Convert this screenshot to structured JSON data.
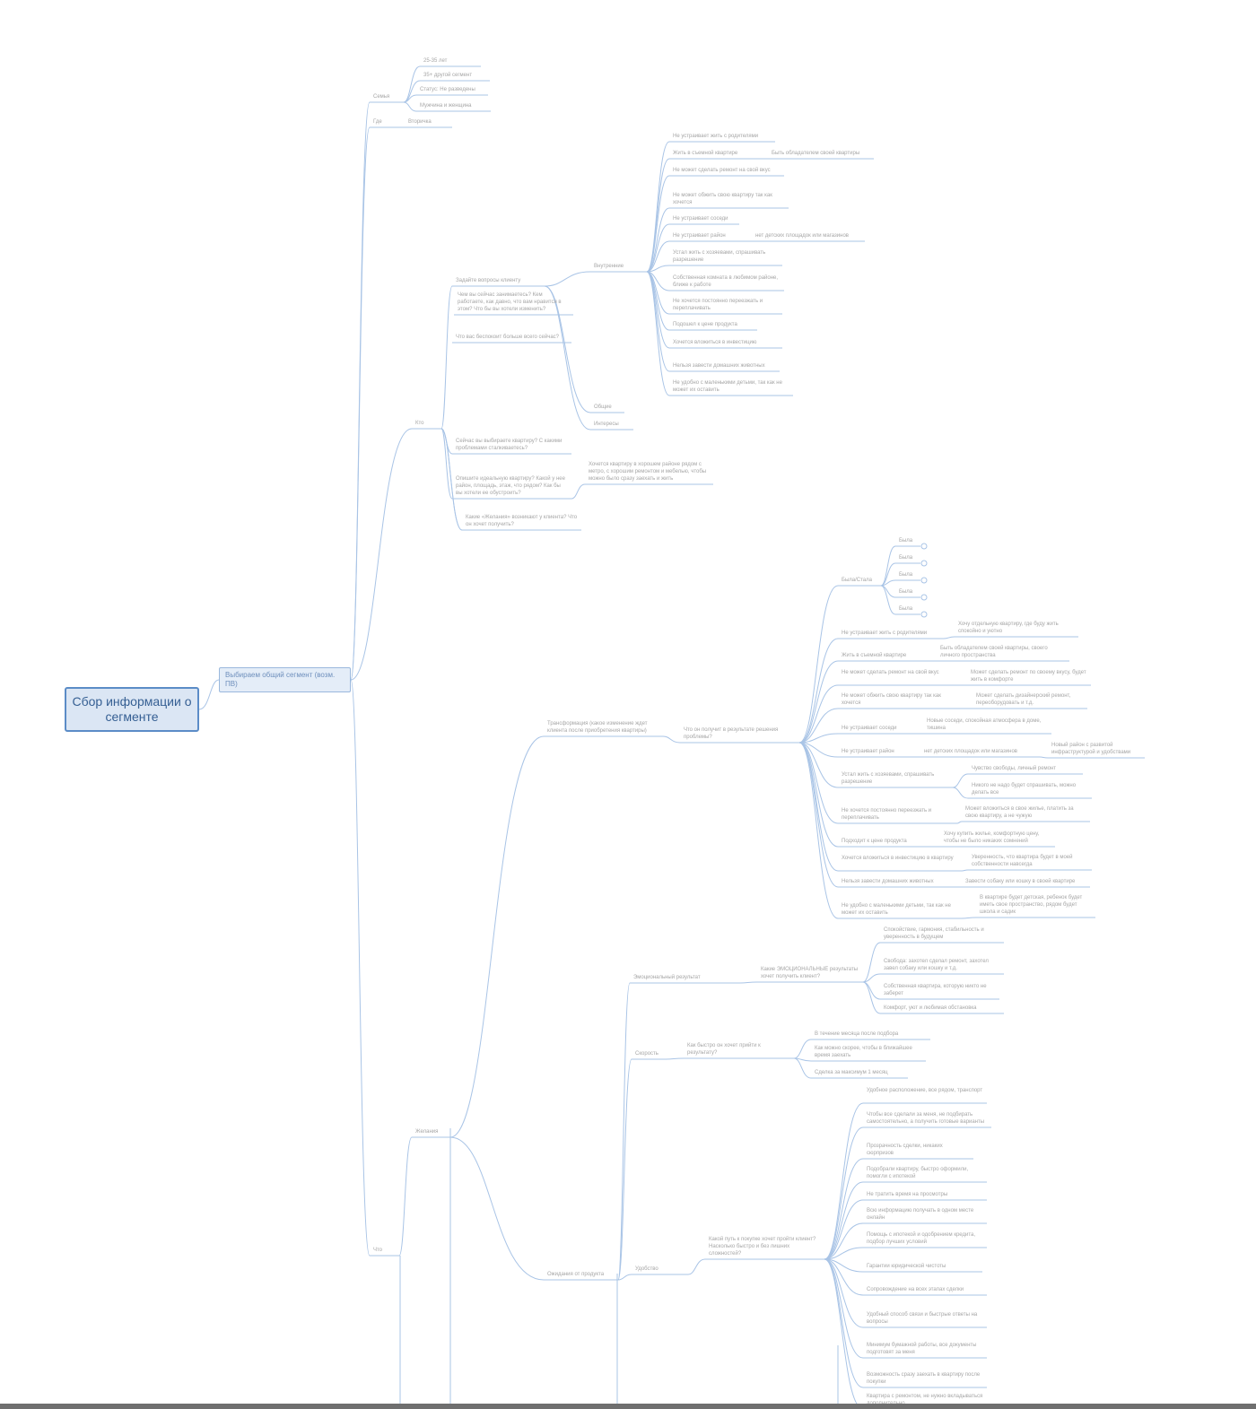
{
  "root": {
    "label": "Сбор информации о сегменте"
  },
  "subtopic": {
    "label": "Выбираем общий сегмент (возм. ПВ)"
  },
  "colors": {
    "line": "#a9c4e6",
    "root_border": "#5b8cc7",
    "root_fill": "#dbe6f4",
    "text": "#a6a6a6"
  },
  "nodes": [
    {
      "id": "n1",
      "t": "25-35 лет"
    },
    {
      "id": "n2",
      "t": "35+ другой сегмент"
    },
    {
      "id": "n3",
      "t": "Статус: Не разведены"
    },
    {
      "id": "n4",
      "t": "Мужчина и женщина"
    },
    {
      "id": "sost",
      "t": "Семья"
    },
    {
      "id": "gde",
      "t": "Где"
    },
    {
      "id": "n5",
      "t": "Вторичка"
    },
    {
      "id": "a1",
      "t": "Не устраивает жить с родителями"
    },
    {
      "id": "a2",
      "t": "Жить в съемной квартире"
    },
    {
      "id": "a2r",
      "t": "Быть обладателем своей квартиры"
    },
    {
      "id": "a3",
      "t": "Не может сделать ремонт на свой вкус"
    },
    {
      "id": "a4",
      "t": "Не может обжить свою квартиру так как хочется"
    },
    {
      "id": "a5",
      "t": "Не устраивает соседи"
    },
    {
      "id": "a6",
      "t": "Не устраивает район"
    },
    {
      "id": "a6r",
      "t": "нет детских площадок или магазинов"
    },
    {
      "id": "a7",
      "t": "Устал жить с хозяевами, спрашивать разрешение"
    },
    {
      "id": "a8",
      "t": "Собственная комната в любимом районе, ближе к работе"
    },
    {
      "id": "a9",
      "t": "Не хочется постоянно переезжать и переплачивать"
    },
    {
      "id": "a10",
      "t": "Подошел к цене продукта"
    },
    {
      "id": "a11",
      "t": "Хочется вложиться в инвестицию"
    },
    {
      "id": "a12",
      "t": "Нельзя завести домашних животных"
    },
    {
      "id": "a13",
      "t": "Не удобно с маленькими детьми, так как не может их оставить"
    },
    {
      "id": "b1",
      "t": "Внутренние"
    },
    {
      "id": "b2",
      "t": "Общие"
    },
    {
      "id": "b3",
      "t": "Интересы"
    },
    {
      "id": "c0",
      "t": "Задайте вопросы клиенту"
    },
    {
      "id": "c1",
      "t": "Чем вы сейчас занимаетесь? Кем работаете, как давно, что вам нравится в этом? Что бы вы хотели изменить?"
    },
    {
      "id": "c2",
      "t": "Что вас беспокоит больше всего сейчас?"
    },
    {
      "id": "c3",
      "t": "Сейчас вы выбираете квартиру? С какими проблемами сталкиваетесь?"
    },
    {
      "id": "c4",
      "t": "Опишите идеальную квартиру? Какой у нее район, площадь, этаж, что рядом? Как бы вы хотели ее обустроить?"
    },
    {
      "id": "c4r",
      "t": "Хочется квартиру в хорошем районе рядом с метро, с хорошим ремонтом и мебелью, чтобы можно было сразу заехать и жить"
    },
    {
      "id": "kto",
      "t": "Кто"
    },
    {
      "id": "d0",
      "t": "Какие «Желания» возникают у клиента? Что он хочет получить?"
    },
    {
      "id": "e0",
      "t": "Трансформация (какое изменение ждет клиента после приобретения квартиры)"
    },
    {
      "id": "e1",
      "t": "Что он получит в результате решения проблемы?"
    },
    {
      "id": "f0",
      "t": "Была/Стала"
    },
    {
      "id": "f1",
      "t": "Была"
    },
    {
      "id": "f2",
      "t": "Была"
    },
    {
      "id": "f3",
      "t": "Была"
    },
    {
      "id": "f4",
      "t": "Была"
    },
    {
      "id": "f5",
      "t": "Была"
    },
    {
      "id": "g1",
      "t": "Не устраивает жить с родителями"
    },
    {
      "id": "g1r",
      "t": "Хочу отдельную квартиру, где буду жить спокойно и уютно"
    },
    {
      "id": "g2",
      "t": "Жить в съемной квартире"
    },
    {
      "id": "g2r",
      "t": "Быть обладателем своей квартиры, своего личного пространства"
    },
    {
      "id": "g3",
      "t": "Не может сделать ремонт на свой вкус"
    },
    {
      "id": "g3r",
      "t": "Может сделать ремонт по своему вкусу, будет жить в комфорте"
    },
    {
      "id": "g4",
      "t": "Не может обжить свою квартиру так как хочется"
    },
    {
      "id": "g4r",
      "t": "Может сделать дизайнерский ремонт, переоборудовать и т.д."
    },
    {
      "id": "g5",
      "t": "Не устраивает соседи"
    },
    {
      "id": "g5r",
      "t": "Новые соседи, спокойная атмосфера в доме, тишина"
    },
    {
      "id": "g6",
      "t": "Не устраивает район"
    },
    {
      "id": "g6m",
      "t": "нет детских площадок или магазинов"
    },
    {
      "id": "g6r",
      "t": "Новый район с развитой инфраструктурой и удобствами"
    },
    {
      "id": "g7",
      "t": "Устал жить с хозяевами, спрашивать разрешение"
    },
    {
      "id": "g7r1",
      "t": "Чувство свободы, личный ремонт"
    },
    {
      "id": "g7r2",
      "t": "Никого не надо будет спрашивать, можно делать все"
    },
    {
      "id": "g8",
      "t": "Не хочется постоянно переезжать и переплачивать"
    },
    {
      "id": "g8r",
      "t": "Может вложиться в свое жилье, платить за свою квартиру, а не чужую"
    },
    {
      "id": "g9",
      "t": "Подходит к цене продукта"
    },
    {
      "id": "g9r",
      "t": "Хочу купить жилье, комфортную цену, чтобы не было никаких сомнений"
    },
    {
      "id": "g10",
      "t": "Хочется вложиться в инвестицию в квартиру"
    },
    {
      "id": "g10r",
      "t": "Уверенность, что квартира будет в моей собственности навсегда"
    },
    {
      "id": "g11",
      "t": "Нельзя завести домашних животных"
    },
    {
      "id": "g11r",
      "t": "Завести собаку или кошку в своей квартире"
    },
    {
      "id": "g12",
      "t": "Не удобно с маленькими детьми, так как не может их оставить"
    },
    {
      "id": "g12r",
      "t": "В квартире будет детская, ребенок будет иметь свое пространство, рядом будет школа и садик"
    },
    {
      "id": "h0",
      "t": "Желания"
    },
    {
      "id": "h1",
      "t": "Эмоциональный результат"
    },
    {
      "id": "h1q",
      "t": "Какие ЭМОЦИОНАЛЬНЫЕ результаты хочет получить клиент?"
    },
    {
      "id": "h1a",
      "t": "Спокойствие, гармония, стабильность и уверенность в будущем"
    },
    {
      "id": "h1b",
      "t": "Свобода: захотел сделал ремонт, захотел завел собаку или кошку и т.д."
    },
    {
      "id": "h1c",
      "t": "Собственная квартира, которую никто не заберет"
    },
    {
      "id": "h1d",
      "t": "Комфорт, уют и любимая обстановка"
    },
    {
      "id": "h2",
      "t": "Скорость"
    },
    {
      "id": "h2q",
      "t": "Как быстро он хочет прийти к результату?"
    },
    {
      "id": "h2a",
      "t": "В течение месяца после подбора"
    },
    {
      "id": "h2b",
      "t": "Как можно скорее, чтобы в ближайшее время заехать"
    },
    {
      "id": "h2c",
      "t": "Сделка за максимум 1 месяц"
    },
    {
      "id": "h3",
      "t": "Удобство"
    },
    {
      "id": "h3q",
      "t": "Какой путь к покупке хочет пройти клиент? Насколько быстро и без лишних сложностей?"
    },
    {
      "id": "i1",
      "t": "Удобное расположение, все рядом, транспорт"
    },
    {
      "id": "i2",
      "t": "Чтобы все сделали за меня, не подбирать самостоятельно, а получить готовые варианты"
    },
    {
      "id": "i3",
      "t": "Прозрачность сделки, никаких сюрпризов"
    },
    {
      "id": "i4",
      "t": "Подобрали квартиру, быстро оформили, помогли с ипотекой"
    },
    {
      "id": "i5",
      "t": "Не тратить время на просмотры"
    },
    {
      "id": "i6",
      "t": "Всю информацию получать в одном месте онлайн"
    },
    {
      "id": "i7",
      "t": "Помощь с ипотекой и одобрением кредита, подбор лучших условий"
    },
    {
      "id": "i8",
      "t": "Гарантии юридической чистоты"
    },
    {
      "id": "i9",
      "t": "Сопровождение на всех этапах сделки"
    },
    {
      "id": "i10",
      "t": "Удобный способ связи и быстрые ответы на вопросы"
    },
    {
      "id": "i11",
      "t": "Минимум бумажной работы, все документы подготовят за меня"
    },
    {
      "id": "i12",
      "t": "Возможность сразу заехать в квартиру после покупки"
    },
    {
      "id": "i13",
      "t": "Квартира с ремонтом, не нужно вкладываться дополнительно"
    },
    {
      "id": "j0",
      "t": "Ожидания от продукта"
    },
    {
      "id": "k0",
      "t": "Что"
    }
  ]
}
